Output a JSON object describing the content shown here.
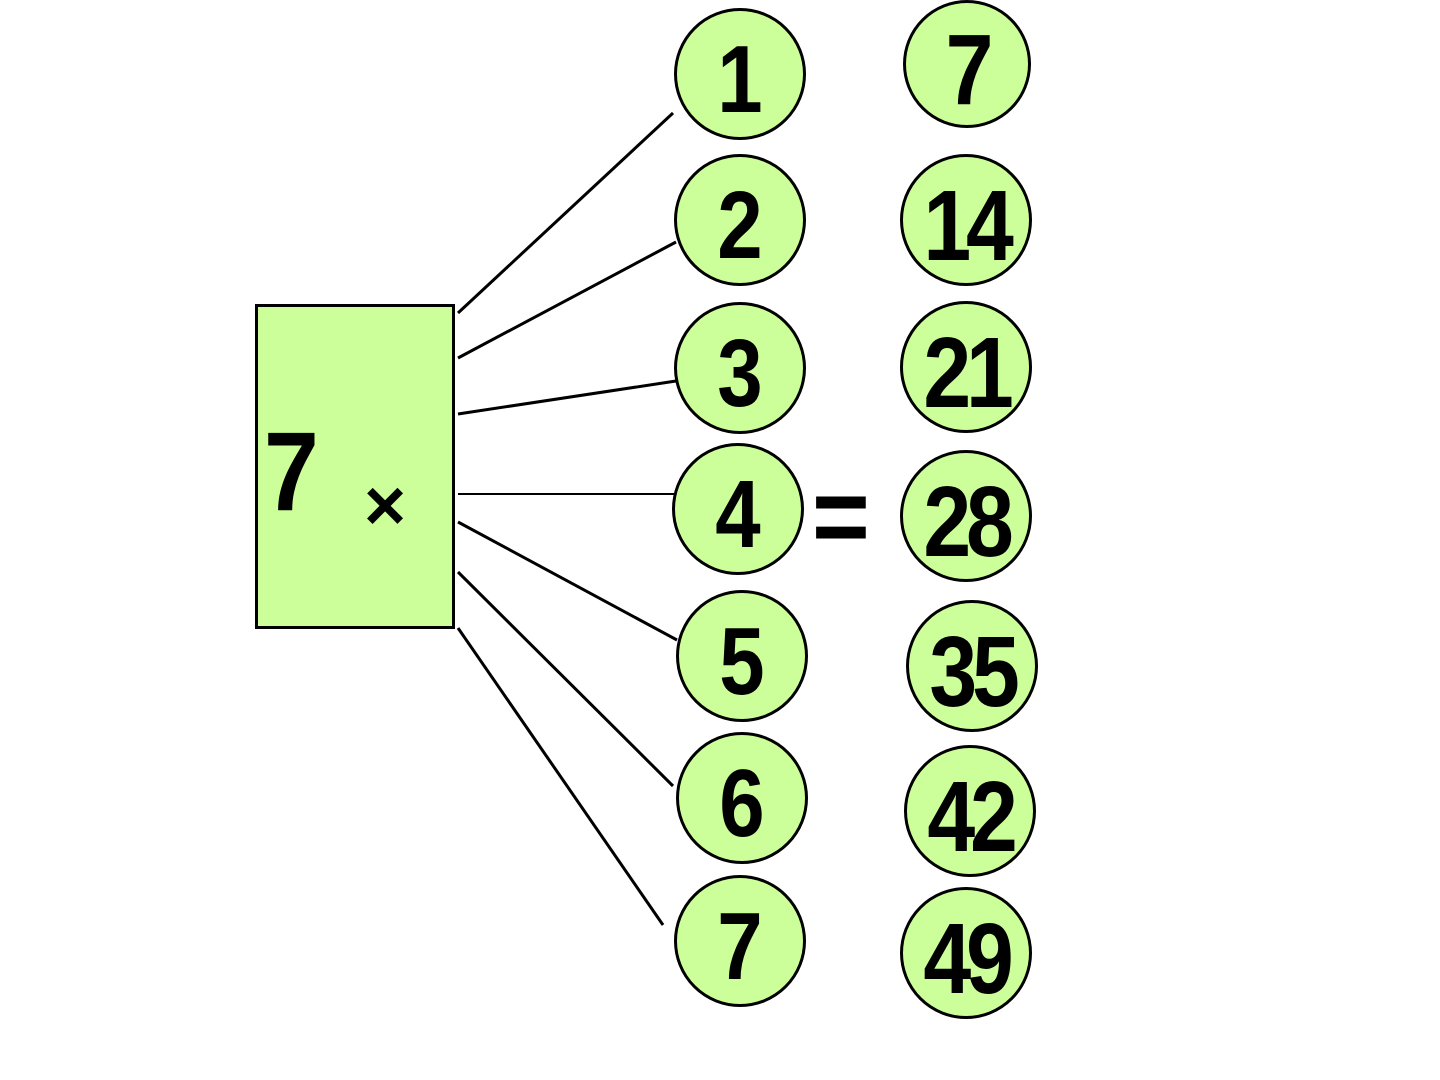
{
  "multiplier": "7",
  "times_symbol": "×",
  "equals_symbol": "=",
  "factors": [
    "1",
    "2",
    "3",
    "4",
    "5",
    "6",
    "7"
  ],
  "products": [
    "7",
    "14",
    "21",
    "28",
    "35",
    "42",
    "49"
  ],
  "colors": {
    "fill": "#ccff99",
    "stroke": "#000000",
    "background": "#ffffff"
  }
}
